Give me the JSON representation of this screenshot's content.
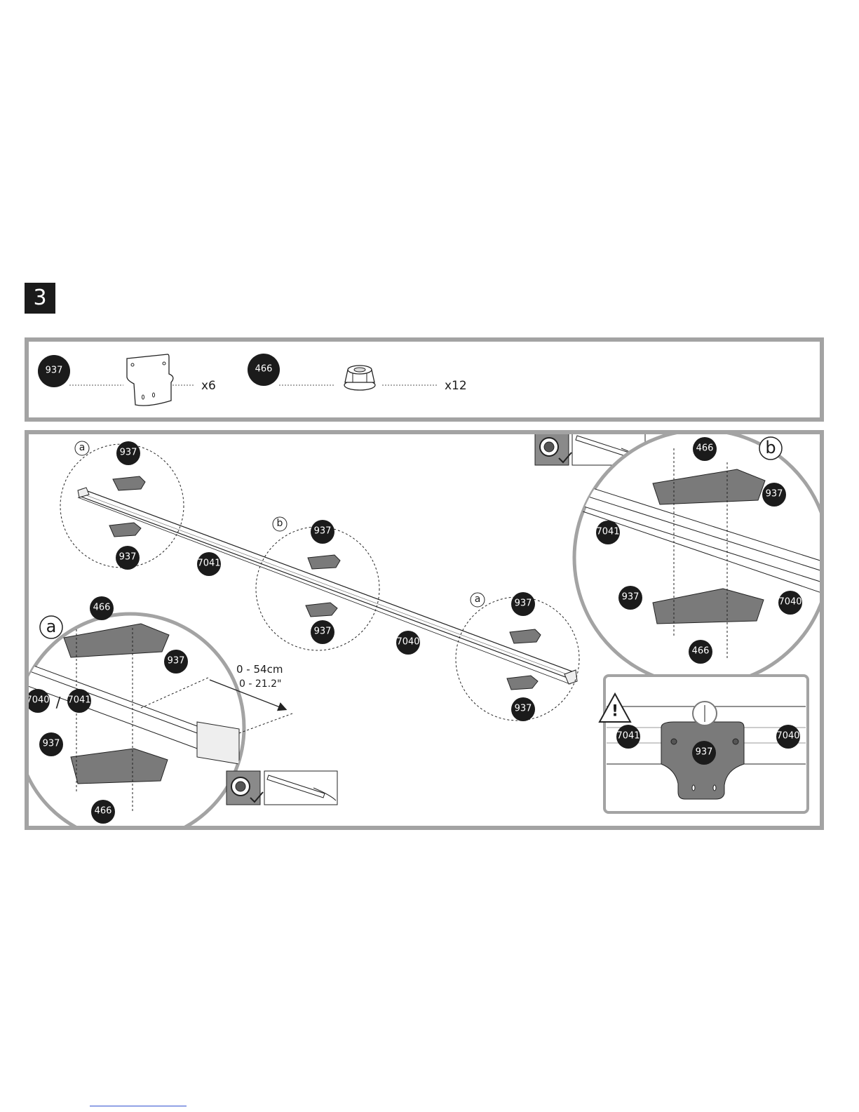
{
  "step": {
    "number": "3"
  },
  "parts": [
    {
      "id": "937",
      "qty": "x6"
    },
    {
      "id": "466",
      "qty": "x12"
    }
  ],
  "labels": {
    "p937": "937",
    "p466": "466",
    "p7040": "7040",
    "p7041": "7041",
    "sep": "/",
    "detail_a": "a",
    "detail_b": "b"
  },
  "measure": {
    "metric": "0 - 54cm",
    "imperial": "0 - 21.2\""
  },
  "warning": {
    "symbol": "!"
  },
  "colors": {
    "badge": "#1b1b1b",
    "frame": "#a3a3a3",
    "plate": "#7a7a7a",
    "line": "#222222"
  }
}
